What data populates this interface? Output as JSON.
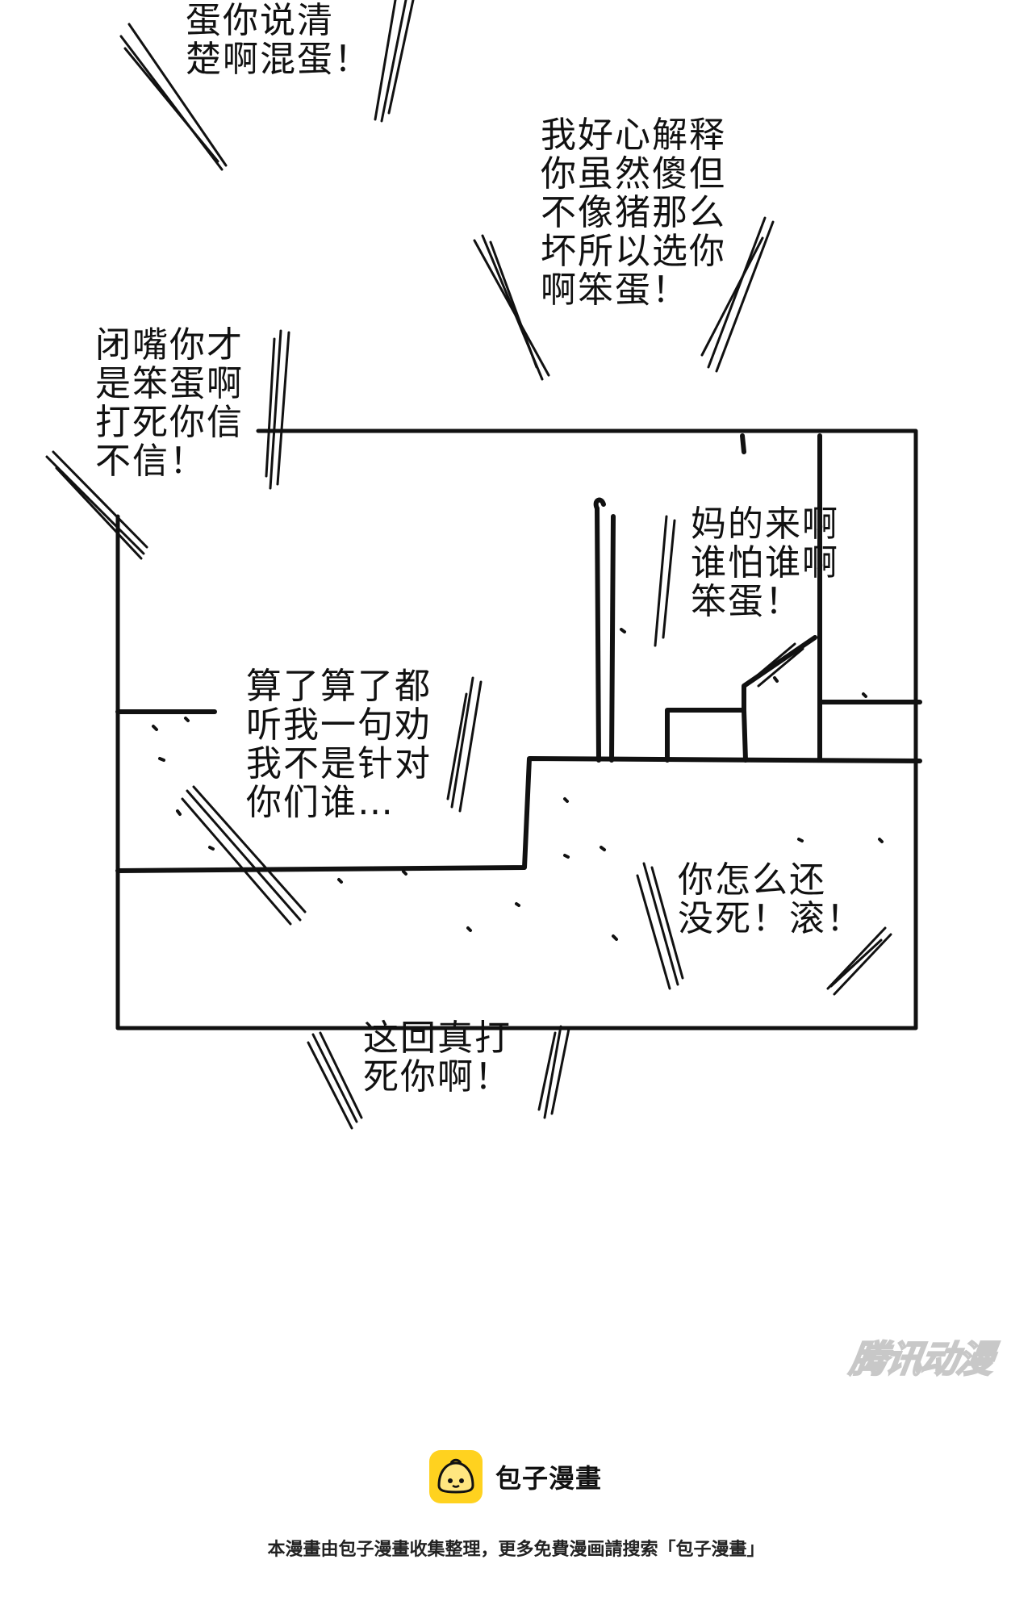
{
  "bubbles": [
    {
      "id": "b1",
      "lines": [
        "蛋你说清",
        "楚啊混蛋！"
      ]
    },
    {
      "id": "b2",
      "lines": [
        "我好心解释",
        "你虽然傻但",
        "不像猪那么",
        "坏所以选你",
        "啊笨蛋！"
      ]
    },
    {
      "id": "b3",
      "lines": [
        "闭嘴你才",
        "是笨蛋啊",
        "打死你信",
        "不信！"
      ]
    },
    {
      "id": "b4",
      "lines": [
        "妈的来啊",
        "谁怕谁啊",
        "笨蛋！"
      ]
    },
    {
      "id": "b5",
      "lines": [
        "算了算了都",
        "听我一句劝",
        "我不是针对",
        "你们谁…"
      ]
    },
    {
      "id": "b6",
      "lines": [
        "你怎么还",
        "没死！滚！"
      ]
    },
    {
      "id": "b7",
      "lines": [
        "这回真打",
        "死你啊！"
      ]
    }
  ],
  "watermark": {
    "text": "腾讯动漫"
  },
  "footer": {
    "brand_name": "包子漫畫",
    "brand_icon": "bun-face-icon",
    "note": "本漫畫由包子漫畫收集整理，更多免費漫画請搜索「包子漫畫」",
    "logo_color": "#ffd21f"
  }
}
